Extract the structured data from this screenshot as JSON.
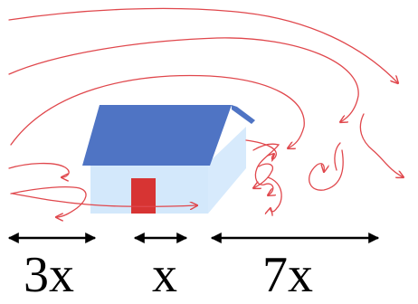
{
  "diagram": {
    "labels": {
      "left_span": "3x",
      "house_span": "x",
      "right_span": "7x"
    },
    "colors": {
      "wind_stream": "#e0474c",
      "roof": "#4f74c4",
      "wall": "#d3e8fb",
      "door": "#d73433",
      "dimension_arrow": "#000000"
    },
    "icons": [
      "wind-streamline-icon",
      "house-icon",
      "double-arrow-icon"
    ]
  }
}
